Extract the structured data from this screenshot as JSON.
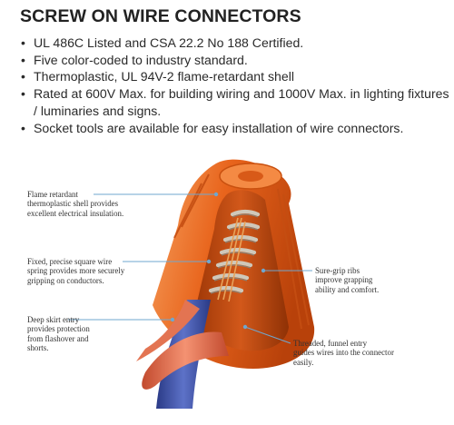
{
  "header": {
    "title": "SCREW ON WIRE CONNECTORS"
  },
  "bullets": [
    {
      "lines": [
        "UL 486C Listed and CSA 22.2 No 188 Certified."
      ]
    },
    {
      "lines": [
        "Five color-coded to industry standard."
      ]
    },
    {
      "lines": [
        "Thermoplastic, UL 94V-2 flame-retardant shell"
      ]
    },
    {
      "lines": [
        "Rated at 600V Max. for building wiring and 1000V Max. in lighting fixtures",
        "/ luminaries and signs."
      ]
    },
    {
      "lines": [
        "Socket tools are available for easy installation of wire connectors."
      ]
    }
  ],
  "annotations": {
    "flame": [
      "Flame retardant",
      "thermoplastic shell provides",
      "excellent electrical insulation."
    ],
    "spring": [
      "Fixed, precise square wire",
      "spring provides more securely",
      "gripping on conductors."
    ],
    "skirt": [
      "Deep skirt entry",
      "provides protection",
      "from flashover and",
      "shorts."
    ],
    "ribs": [
      "Sure-grip ribs",
      "improve grapping",
      "ability and comfort."
    ],
    "funnel": [
      "Threaded, funnel entry",
      "guides wires into the connector",
      "easily."
    ]
  },
  "colors": {
    "shell_orange": "#e8641c",
    "shell_dark": "#b8410a",
    "spring": "#c8c2b6",
    "wire_blue": "#3d4fa8",
    "wire_red": "#e06a4a",
    "leader": "#6fa7cf"
  }
}
